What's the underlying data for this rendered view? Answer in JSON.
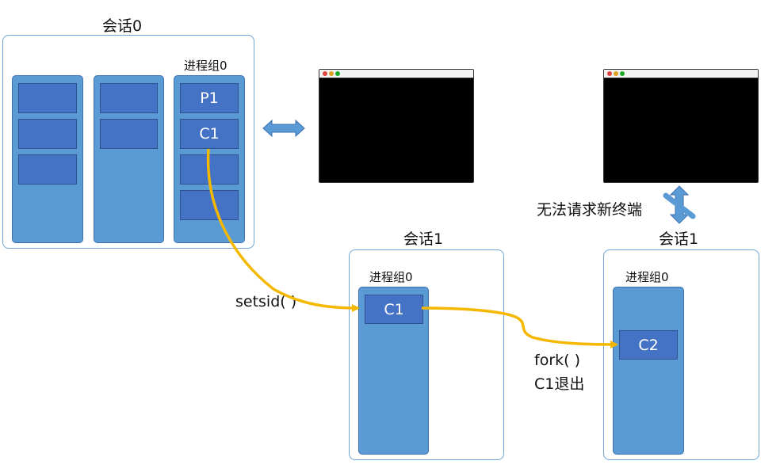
{
  "session0": {
    "title": "会话0",
    "group_label": "进程组0",
    "p1": "P1",
    "c1": "C1"
  },
  "session1_mid": {
    "title": "会话1",
    "group_label": "进程组0",
    "c1": "C1"
  },
  "session1_right": {
    "title": "会话1",
    "group_label": "进程组0",
    "c2": "C2"
  },
  "annotations": {
    "setsid": "setsid( )",
    "fork": "fork( )",
    "c1_exit": "C1退出",
    "no_terminal": "无法请求新终端"
  },
  "colors": {
    "session_border": "#6fa6d6",
    "group_fill": "#5b9bd5",
    "process_fill": "#4472c4",
    "flow_arrow": "#f5b800",
    "link_arrow": "#5b9bd5"
  },
  "icons": {
    "bidirectional": "double-arrow-icon",
    "blocked": "blocked-arrow-icon",
    "terminal_buttons": [
      "close-dot",
      "minimize-dot",
      "maximize-dot"
    ]
  }
}
